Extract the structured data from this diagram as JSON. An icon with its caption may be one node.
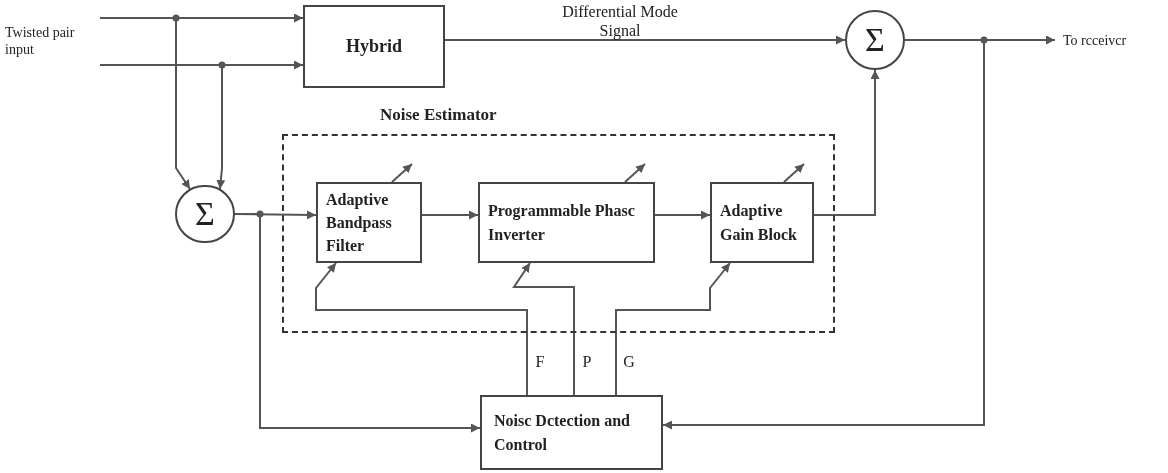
{
  "diagram": {
    "nodes": [
      {
        "text": [
          "Twisted pair input"
        ]
      },
      {
        "text": [
          "Hybrid"
        ]
      },
      {
        "text": [
          "Σ"
        ]
      },
      {
        "text": [
          "To rcceivcr"
        ]
      },
      {
        "text": [
          "Σ"
        ]
      },
      {
        "text": [
          "Noise Estimator"
        ]
      },
      {
        "text": [
          "Adaptive Bandpass Filter"
        ],
        "in": 5
      },
      {
        "text": [
          "Programmable Phasc Inverter"
        ],
        "in": 5
      },
      {
        "text": [
          "Adaptive Gain Block"
        ],
        "in": 5
      },
      {
        "text": [
          "Noisc Dctection and Control"
        ]
      }
    ],
    "edges": [
      {
        "from": 0,
        "to": 1,
        "arrow": "to"
      },
      {
        "from": 0,
        "to": 1,
        "arrow": "to"
      },
      {
        "from": 0,
        "to": 4,
        "arrow": "to"
      },
      {
        "from": 0,
        "to": 4,
        "arrow": "to"
      },
      {
        "from": 1,
        "to": 2,
        "arrow": "to",
        "label": "Differential Mode Signal"
      },
      {
        "from": 2,
        "to": 3,
        "arrow": "to"
      },
      {
        "from": 2,
        "to": 9,
        "arrow": "to"
      },
      {
        "from": 4,
        "to": 6,
        "arrow": "to"
      },
      {
        "from": 4,
        "to": 9,
        "arrow": "to"
      },
      {
        "from": 6,
        "to": 7,
        "arrow": "to"
      },
      {
        "from": 7,
        "to": 8,
        "arrow": "to"
      },
      {
        "from": 8,
        "to": 2,
        "arrow": "to"
      },
      {
        "from": 9,
        "to": 6,
        "arrow": "to",
        "label": "F"
      },
      {
        "from": 9,
        "to": 7,
        "arrow": "to",
        "label": "P"
      },
      {
        "from": 9,
        "to": 8,
        "arrow": "to",
        "label": "G"
      }
    ]
  }
}
